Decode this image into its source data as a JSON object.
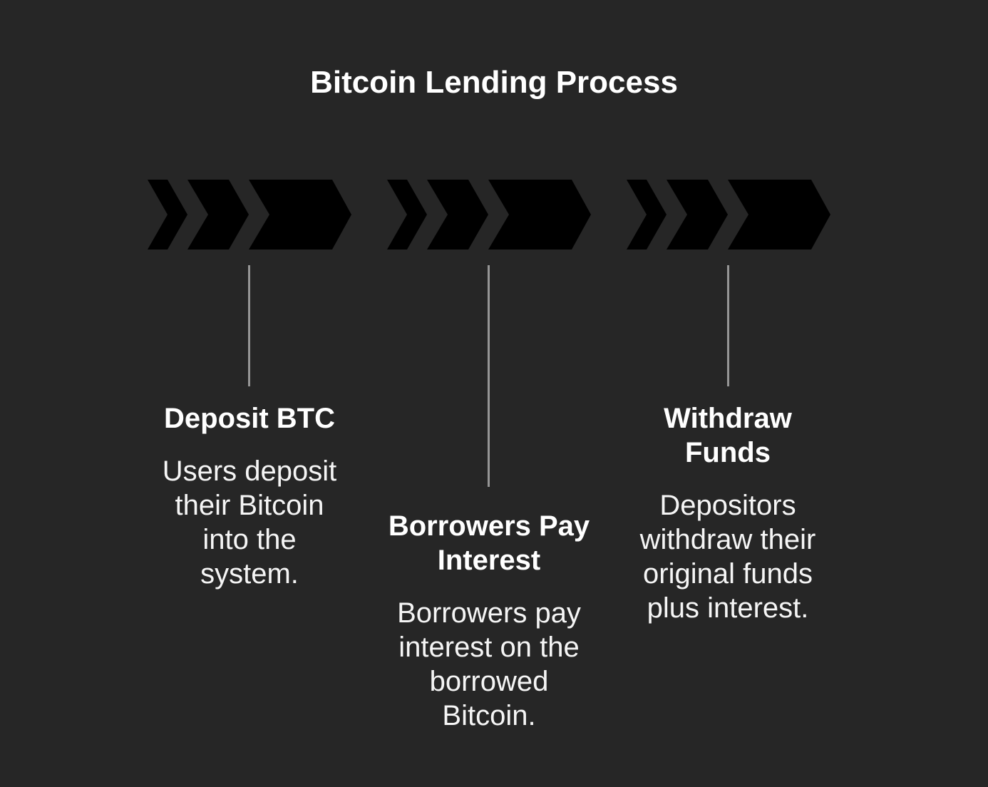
{
  "page": {
    "title": "Bitcoin Lending Process",
    "background_color": "#262626",
    "title_color": "#ffffff",
    "heading_color": "#ffffff",
    "body_color": "#f5f5f5",
    "arrow_stroke_color": "#c6c6c6",
    "connector_color": "#959595"
  },
  "steps": [
    {
      "heading": "Deposit BTC",
      "body": "Users deposit\ntheir Bitcoin\ninto the\nsystem."
    },
    {
      "heading": "Borrowers Pay\nInterest",
      "body": "Borrowers pay\ninterest on the\nborrowed\nBitcoin."
    },
    {
      "heading": "Withdraw\nFunds",
      "body": "Depositors\nwithdraw their\noriginal funds\nplus interest."
    }
  ]
}
